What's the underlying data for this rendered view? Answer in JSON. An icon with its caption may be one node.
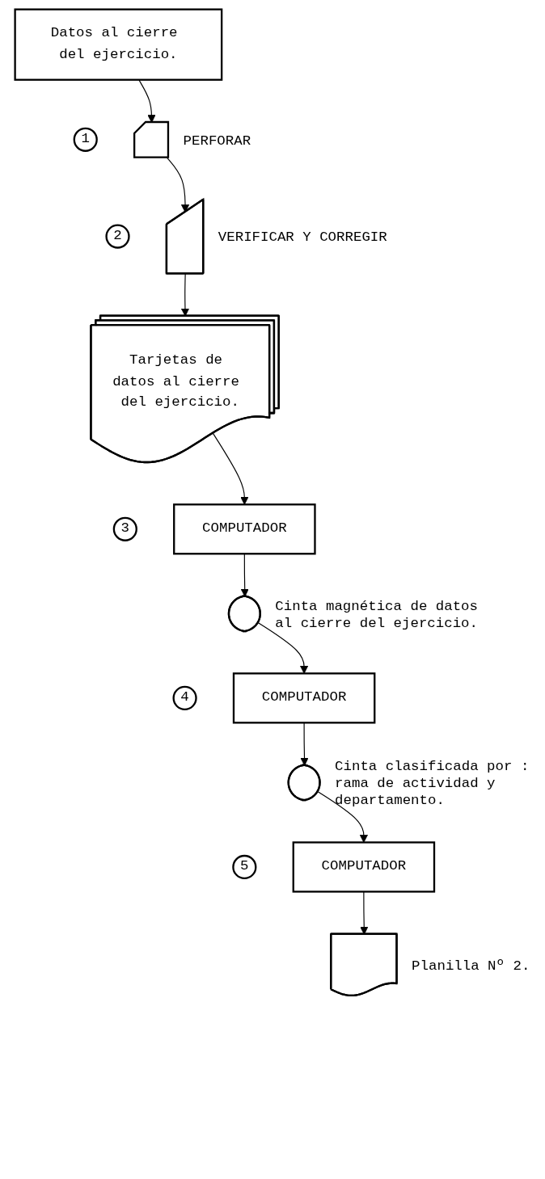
{
  "diagram": {
    "nodes": [
      {
        "text": [
          "Datos al cierre del ejercicio."
        ]
      },
      {
        "text": [
          "1"
        ]
      },
      {
        "text": [],
        "shape": "box",
        "beside": [
          "PERFORAR"
        ]
      },
      {
        "text": [
          "2"
        ]
      },
      {
        "text": [],
        "shape": "box",
        "beside": [
          "VERIFICAR Y CORREGIR"
        ]
      },
      {
        "text": [
          "Tarjetas de datos al cierre del ejercicio."
        ]
      },
      {
        "text": [
          "3"
        ]
      },
      {
        "text": [
          "COMPUTADOR"
        ]
      },
      {
        "text": [],
        "shape": "oval",
        "beside": [
          "Cinta magnética de datos al cierre del ejercicio."
        ]
      },
      {
        "text": [
          "4"
        ]
      },
      {
        "text": [
          "COMPUTADOR"
        ]
      },
      {
        "text": [],
        "shape": "oval",
        "beside": [
          "Cinta clasificada por : rama de actividad y departamento."
        ]
      },
      {
        "text": [
          "5"
        ]
      },
      {
        "text": [
          "COMPUTADOR"
        ]
      },
      {
        "text": [],
        "shape": "box",
        "beside": [
          "Planilla Nº 2."
        ]
      }
    ],
    "edges": [
      {
        "from": 0,
        "to": 2,
        "arrow": "to"
      },
      {
        "from": 2,
        "to": 4,
        "arrow": "to"
      },
      {
        "from": 4,
        "to": 5,
        "arrow": "to"
      },
      {
        "from": 5,
        "to": 7,
        "arrow": "to"
      },
      {
        "from": 7,
        "to": 8,
        "arrow": "to"
      },
      {
        "from": 8,
        "to": 10,
        "arrow": "to"
      },
      {
        "from": 10,
        "to": 11,
        "arrow": "to"
      },
      {
        "from": 11,
        "to": 13,
        "arrow": "to"
      },
      {
        "from": 13,
        "to": 14,
        "arrow": "to"
      }
    ]
  }
}
